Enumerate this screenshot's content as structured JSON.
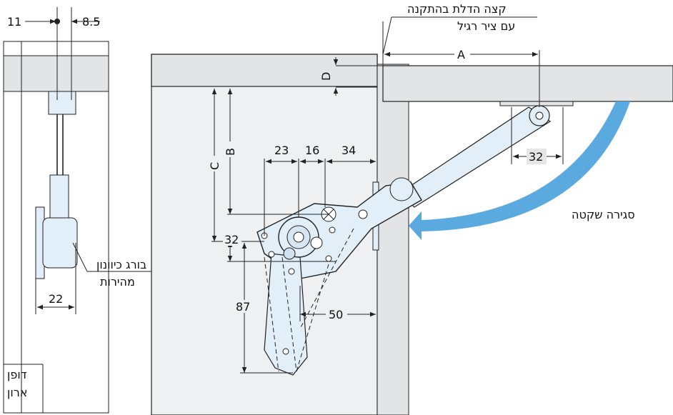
{
  "colors": {
    "panel": "#eef0f2",
    "shelf": "#e2e4e6",
    "mech_fill": "#e2eef8",
    "arrow": "#5aaae0",
    "dim_box": "#e6e6e6"
  },
  "labels": {
    "door_edge_line1": "קצה הדלת בהתקנה",
    "door_edge_line2": "עם ציר רגיל",
    "soft_close": "סגירה שקטה",
    "adjust_screw_line1": "בורג כיוונון",
    "adjust_screw_line2": "מהירות",
    "cabinet_side_line1": "דופן",
    "cabinet_side_line2": "ארון"
  },
  "dimensions": {
    "left_11": "11",
    "left_8_5": "8.5",
    "left_22": "22",
    "A": "A",
    "B": "B",
    "C": "C",
    "D": "D",
    "d23": "23",
    "d16": "16",
    "d34": "34",
    "d32_left": "32",
    "d87": "87",
    "d50": "50",
    "d32_right": "32"
  },
  "icons": {
    "curved_arrow": "curved-arrow-icon",
    "hinge_mechanism": "lift-mechanism-icon"
  }
}
